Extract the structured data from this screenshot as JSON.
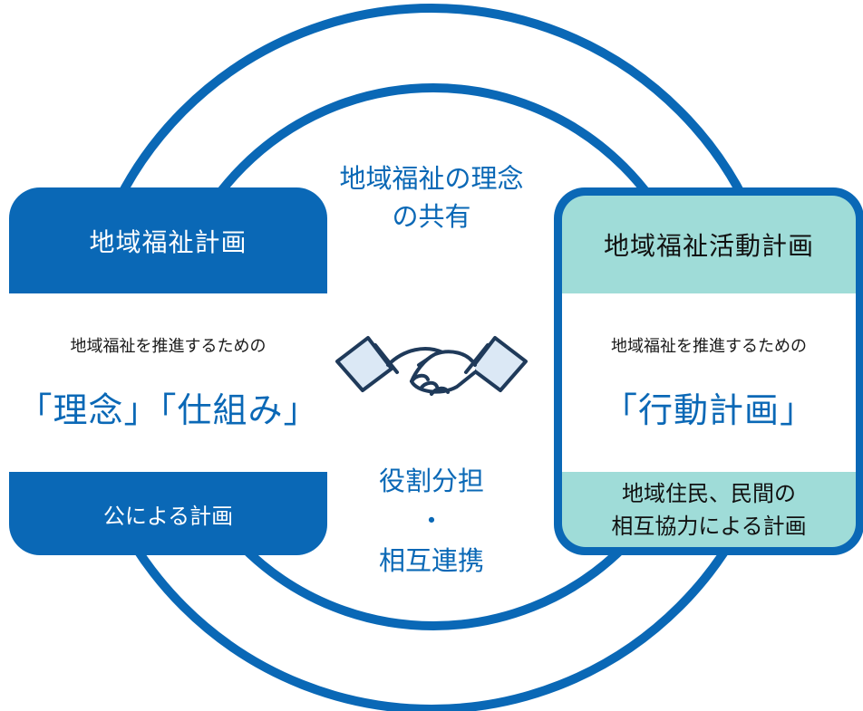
{
  "center": {
    "shared_line1": "地域福祉の理念",
    "shared_line2": "の共有",
    "roles_line1": "役割分担",
    "roles_dot": "・",
    "roles_line2": "相互連携"
  },
  "left_card": {
    "title": "地域福祉計画",
    "lead": "地域福祉を推進するための",
    "big": "「理念」「仕組み」",
    "foot": "公による計画"
  },
  "right_card": {
    "title": "地域福祉活動計画",
    "lead": "地域福祉を推進するための",
    "big": "「行動計画」",
    "foot_line1": "地域住民、民間の",
    "foot_line2": "相互協力による計画"
  },
  "colors": {
    "blue": "#0a68b6",
    "teal": "#9fdcd8",
    "sleeve": "#dbe8f5"
  },
  "icons": {
    "center_icon": "handshake-icon"
  }
}
